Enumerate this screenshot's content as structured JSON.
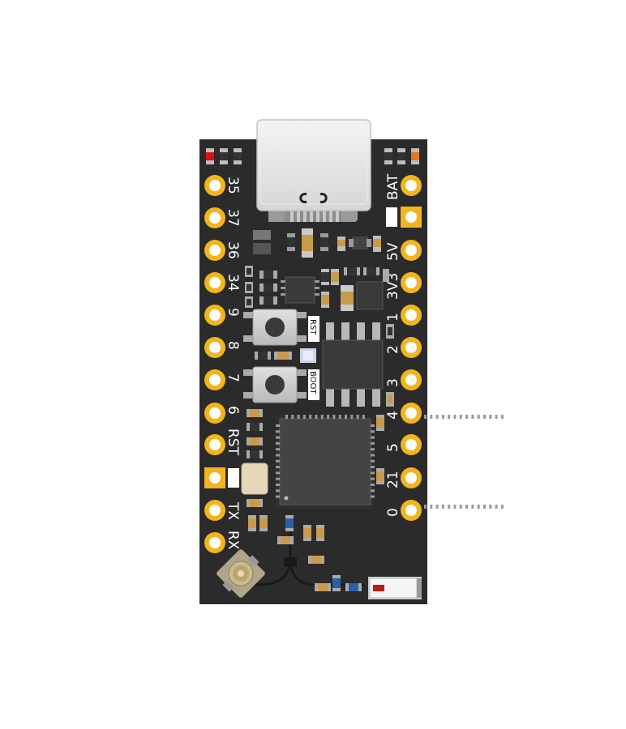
{
  "board": {
    "pcb_color": "#2b2b2b",
    "pad_color": "#f2b51c",
    "left_pins": [
      "35",
      "37",
      "36",
      "34",
      "9",
      "8",
      "7",
      "6",
      "RST",
      "",
      "TX",
      "RX"
    ],
    "right_pins": [
      "BAT",
      "",
      "5V",
      "3V3",
      "1",
      "2",
      "3",
      "4",
      "5",
      "21",
      "0"
    ],
    "buttons": {
      "reset_label": "RST",
      "boot_label": "BOOT"
    }
  },
  "icons": [
    "usb-c-connector",
    "ufl-antenna-connector",
    "power-switch"
  ]
}
